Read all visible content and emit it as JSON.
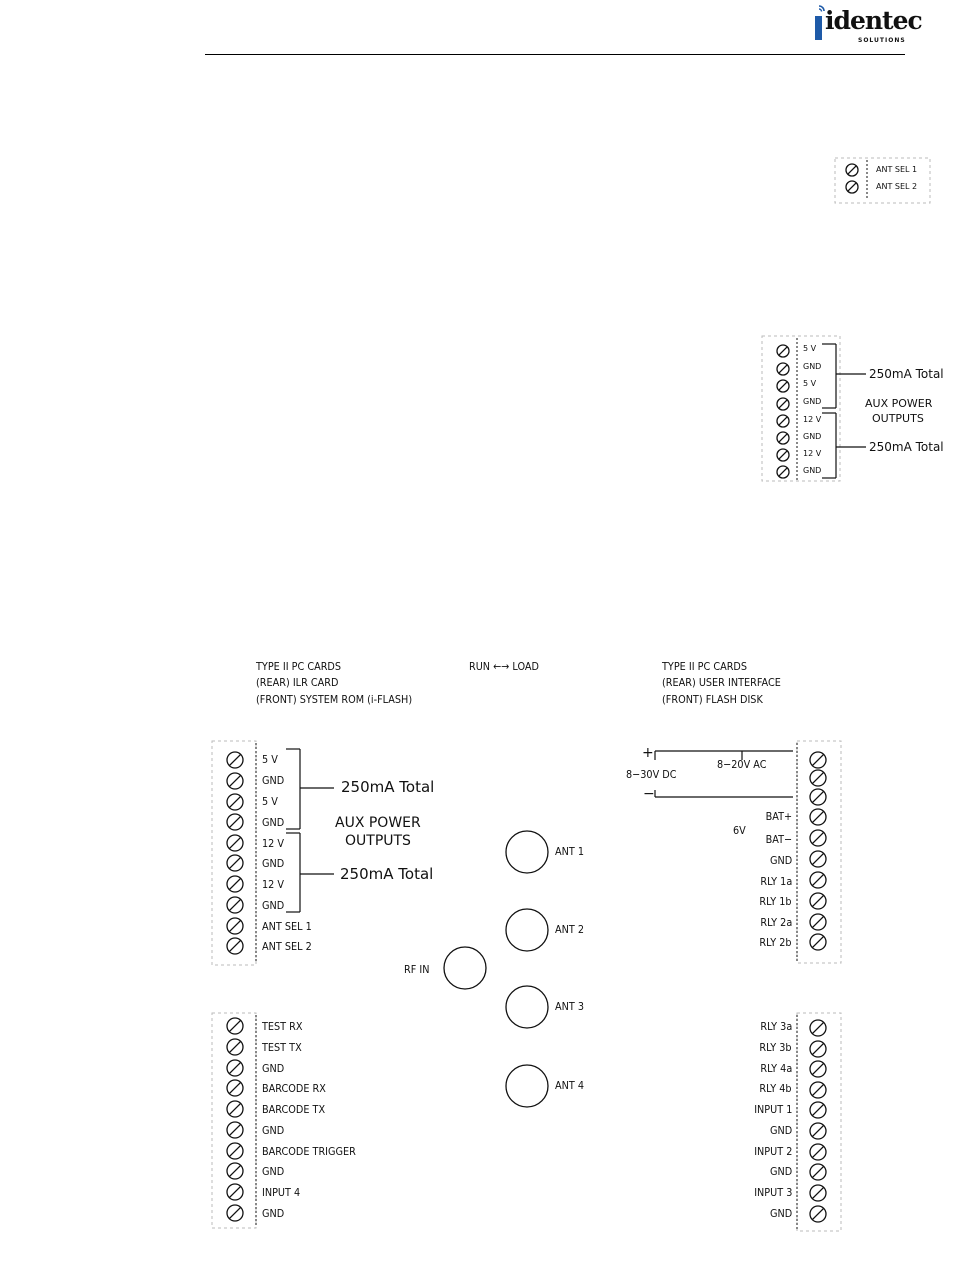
{
  "header": {
    "brand": "identec",
    "brand_sub": "SOLUTIONS"
  },
  "top_small": {
    "labels": [
      "ANT SEL 1",
      "ANT SEL 2"
    ]
  },
  "aux_small": {
    "labels": [
      "5 V",
      "GND",
      "5 V",
      "GND",
      "12 V",
      "GND",
      "12 V",
      "GND"
    ],
    "total_1": "250mA Total",
    "aux_line1": "AUX POWER",
    "aux_line2": "OUTPUTS",
    "total_2": "250mA Total"
  },
  "main": {
    "left_cards": [
      "TYPE II PC CARDS",
      "(REAR) ILR CARD",
      "(FRONT) SYSTEM ROM (i-FLASH)"
    ],
    "run_load": "RUN ←→ LOAD",
    "right_cards": [
      "TYPE II PC CARDS",
      "(REAR) USER INTERFACE",
      "(FRONT) FLASH DISK"
    ],
    "left_upper_labels": [
      "5 V",
      "GND",
      "5 V",
      "GND",
      "12 V",
      "GND",
      "12 V",
      "GND",
      "ANT SEL 1",
      "ANT SEL 2"
    ],
    "total_1": "250mA Total",
    "aux_line1": "AUX POWER",
    "aux_line2": "OUTPUTS",
    "total_2": "250mA Total",
    "left_lower_labels": [
      "TEST RX",
      "TEST TX",
      "GND",
      "BARCODE RX",
      "BARCODE TX",
      "GND",
      "BARCODE TRIGGER",
      "GND",
      "INPUT 4",
      "GND"
    ],
    "antennas": [
      "ANT 1",
      "ANT 2",
      "ANT 3",
      "ANT 4"
    ],
    "rf_in": "RF IN",
    "power": {
      "plus": "+",
      "minus": "−",
      "dc": "8−30V DC",
      "ac": "8−20V AC",
      "six_v": "6V"
    },
    "right_upper_labels": [
      "BAT+",
      "BAT−",
      "GND",
      "RLY 1a",
      "RLY 1b",
      "RLY 2a",
      "RLY 2b"
    ],
    "right_lower_labels": [
      "RLY 3a",
      "RLY 3b",
      "RLY 4a",
      "RLY 4b",
      "INPUT 1",
      "GND",
      "INPUT 2",
      "GND",
      "INPUT 3",
      "GND"
    ]
  }
}
